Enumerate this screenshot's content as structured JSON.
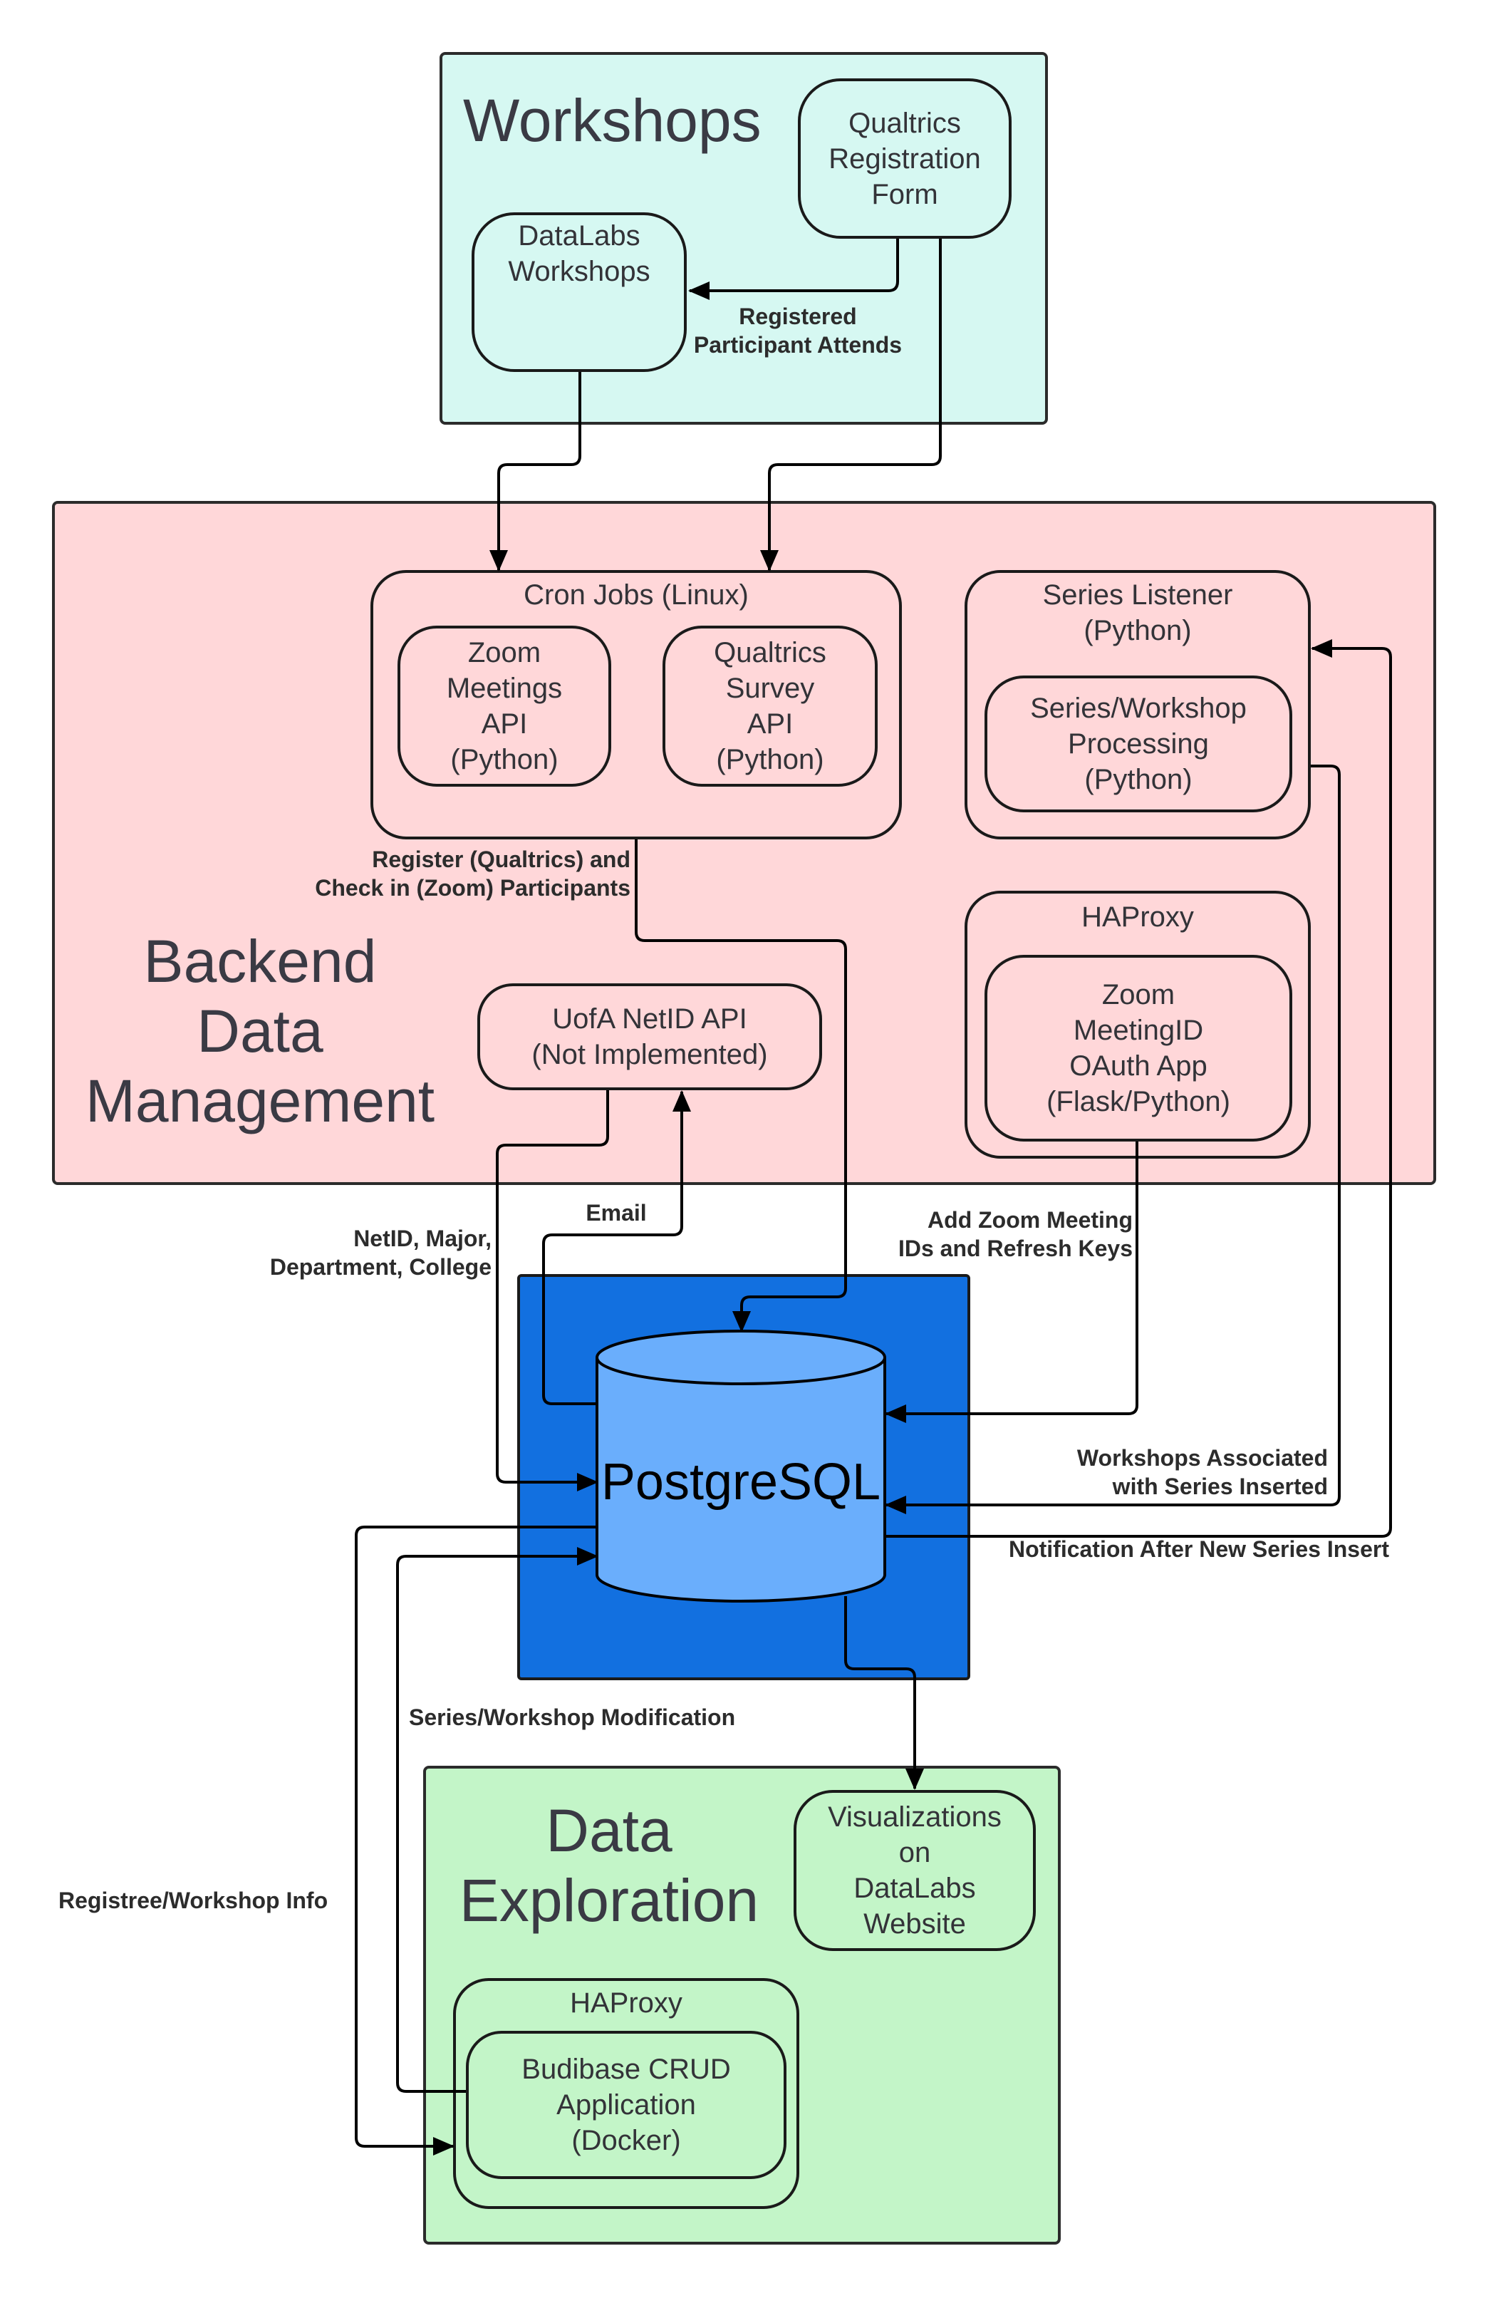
{
  "workshops": {
    "title": "Workshops",
    "qualtrics_form": "Qualtrics\nRegistration\nForm",
    "datalabs_workshops": "DataLabs\nWorkshops",
    "edge_attends": "Registered\nParticipant Attends"
  },
  "backend": {
    "title": "Backend\nData\nManagement",
    "cron_jobs": "Cron Jobs (Linux)",
    "zoom_api": "Zoom\nMeetings\nAPI\n(Python)",
    "qualtrics_api": "Qualtrics\nSurvey\nAPI\n(Python)",
    "series_listener": "Series Listener\n(Python)",
    "series_processing": "Series/Workshop\nProcessing\n(Python)",
    "haproxy": "HAProxy",
    "zoom_oauth": "Zoom\nMeetingID\nOAuth App\n(Flask/Python)",
    "netid_api": "UofA NetID API\n(Not Implemented)",
    "edge_register": "Register (Qualtrics) and\nCheck in (Zoom) Participants"
  },
  "database": {
    "name": "PostgreSQL",
    "colors": {
      "panel": "#1270e0",
      "cylinder": "#6aaefc"
    }
  },
  "edges": {
    "netid_major": "NetID, Major,\nDepartment, College",
    "email": "Email",
    "add_zoom": "Add Zoom Meeting\nIDs and Refresh Keys",
    "workshops_associated": "Workshops Associated\nwith Series Inserted",
    "notification": "Notification After New Series Insert",
    "series_modification": "Series/Workshop Modification",
    "registree_info": "Registree/Workshop Info"
  },
  "exploration": {
    "title": "Data\nExploration",
    "visualizations": "Visualizations\non\nDataLabs\nWebsite",
    "haproxy": "HAProxy",
    "budibase": "Budibase CRUD\nApplication\n(Docker)"
  },
  "colors": {
    "workshops_bg": "#d6f8f2",
    "backend_bg": "#ffd7d9",
    "exploration_bg": "#c3f5c8"
  }
}
